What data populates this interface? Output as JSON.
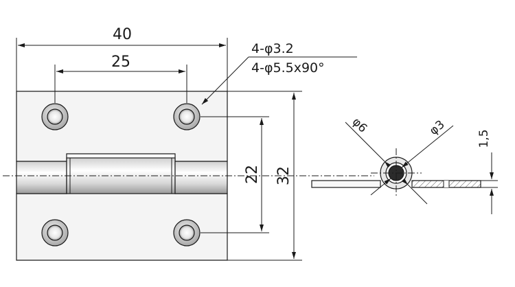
{
  "dimensions": {
    "overall_width": "40",
    "hole_spacing": "25",
    "hole_spacing_vertical": "22",
    "overall_height": "32",
    "pin_diameter": "φ3",
    "knuckle_diameter": "φ6",
    "leaf_thickness": "1,5"
  },
  "notes": {
    "hole_count_size": "4-φ3.2",
    "countersink": "4-φ5.5x90°"
  },
  "colors": {
    "line": "#1a1a1a",
    "plate_fill": "#f4f4f4",
    "pin_fill": "#2b2b2b"
  }
}
